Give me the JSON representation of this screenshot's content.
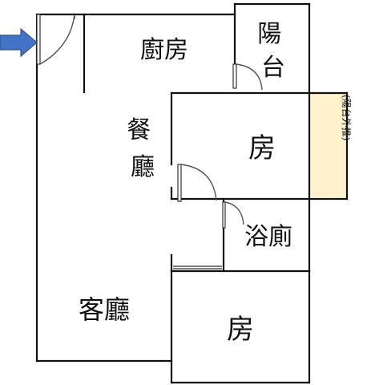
{
  "plan": {
    "rooms": {
      "kitchen": "廚房",
      "balcony": "陽台",
      "dining": "餐\n廳",
      "bedroom_upper": "房",
      "bay_note": "(陽台外推)",
      "bathroom": "浴廁",
      "living": "客廳",
      "bedroom_lower": "房"
    },
    "colors": {
      "entrance_arrow": "#4472C4",
      "entrance_arrow_stroke": "#2F528F",
      "bay_fill": "#FFF2CC"
    },
    "icons": {
      "entrance": "right-arrow-icon"
    }
  }
}
